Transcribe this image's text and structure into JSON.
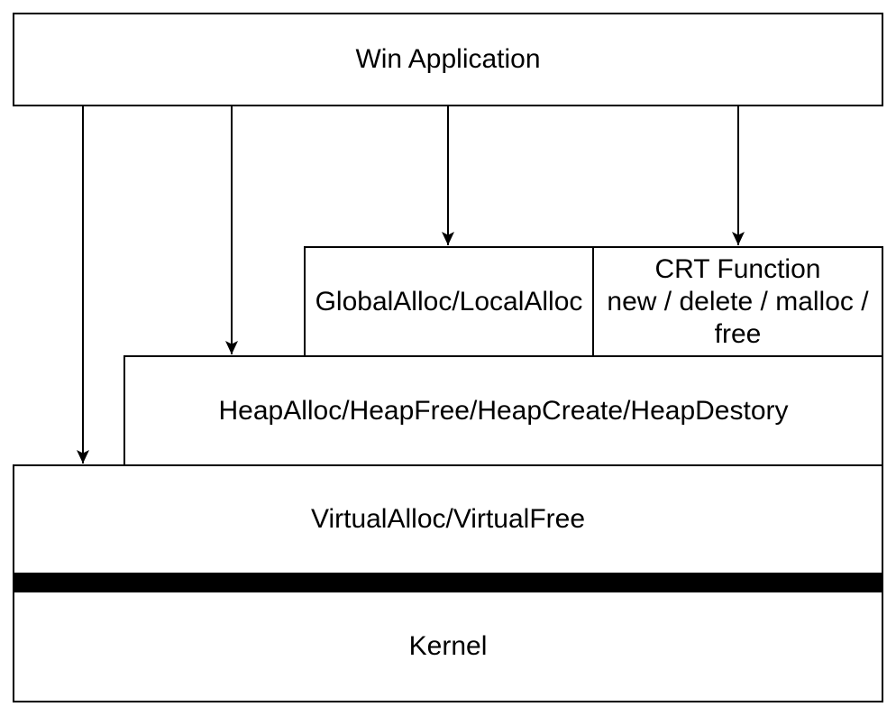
{
  "diagram": {
    "colors": {
      "background": "#ffffff",
      "node_fill": "#ffffff",
      "node_border": "#000000",
      "text": "#000000",
      "arrow": "#000000",
      "separator_bar": "#000000"
    },
    "nodes": {
      "win_application": {
        "label": "Win Application"
      },
      "global_local_alloc": {
        "label": "GlobalAlloc/LocalAlloc"
      },
      "crt_function": {
        "lines": [
          "CRT Function",
          "new / delete / malloc /",
          "free"
        ]
      },
      "heap_api": {
        "label": "HeapAlloc/HeapFree/HeapCreate/HeapDestory"
      },
      "virtual_api": {
        "label": "VirtualAlloc/VirtualFree"
      },
      "kernel": {
        "label": "Kernel"
      }
    },
    "edges": [
      {
        "from": "win_application",
        "to": "virtual_api"
      },
      {
        "from": "win_application",
        "to": "heap_api"
      },
      {
        "from": "win_application",
        "to": "global_local_alloc"
      },
      {
        "from": "win_application",
        "to": "crt_function"
      }
    ]
  }
}
